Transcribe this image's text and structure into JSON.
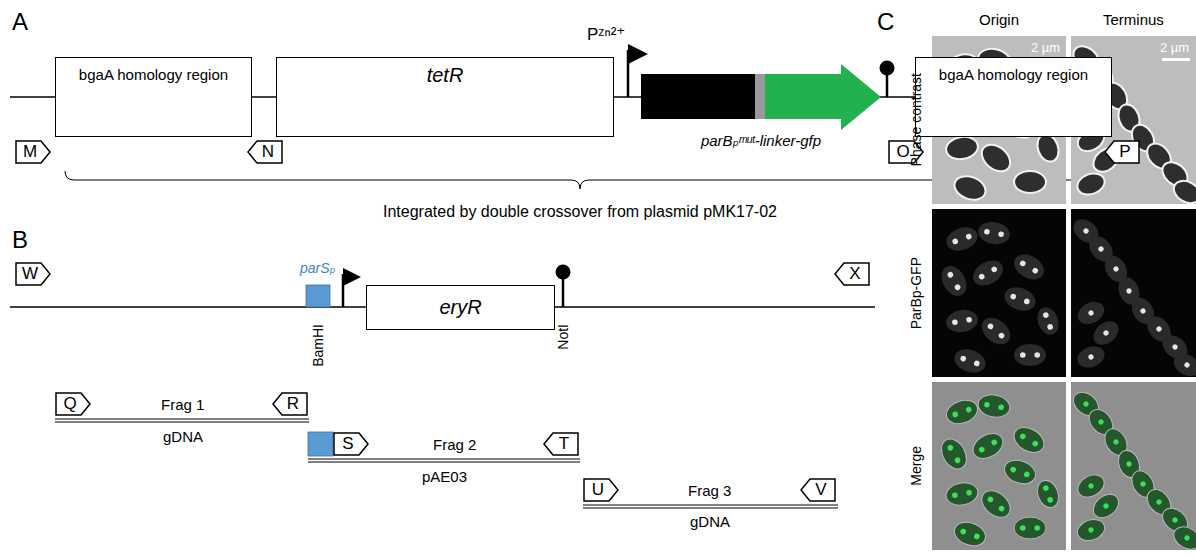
{
  "diagram": {
    "nodes": [
      {
        "text": [
          "bgaA homology region"
        ]
      },
      {
        "text": [
          "tetR"
        ]
      },
      {
        "text": [
          "parBₚᵐᵘᵗ-linker-gfp"
        ]
      },
      {
        "text": [
          "bgaA homology region"
        ]
      },
      {
        "text": [
          "M"
        ]
      },
      {
        "text": [
          "N"
        ]
      },
      {
        "text": [
          "O"
        ]
      },
      {
        "text": [
          "P"
        ]
      },
      {
        "text": [
          "W"
        ]
      },
      {
        "text": [
          "X"
        ]
      },
      {
        "text": [
          "eryR"
        ]
      },
      {
        "text": [
          "Q"
        ]
      },
      {
        "text": [
          "R"
        ]
      },
      {
        "text": [
          "S"
        ]
      },
      {
        "text": [
          "T"
        ]
      },
      {
        "text": [
          "U"
        ]
      },
      {
        "text": [
          "V"
        ]
      }
    ],
    "labels": [
      "A",
      "Pᶻⁿ²⁺",
      "Integrated by double crossover from plasmid pMK17-02",
      "B",
      "parSₚ",
      "BamHI",
      "NotI",
      "Frag 1",
      "gDNA",
      "Frag 2",
      "pAE03",
      "Frag 3",
      "gDNA",
      "C",
      "Origin",
      "Terminus",
      "Phase contrast",
      "ParBp-GFP",
      "Merge",
      "2 µm",
      "2 µm"
    ]
  }
}
